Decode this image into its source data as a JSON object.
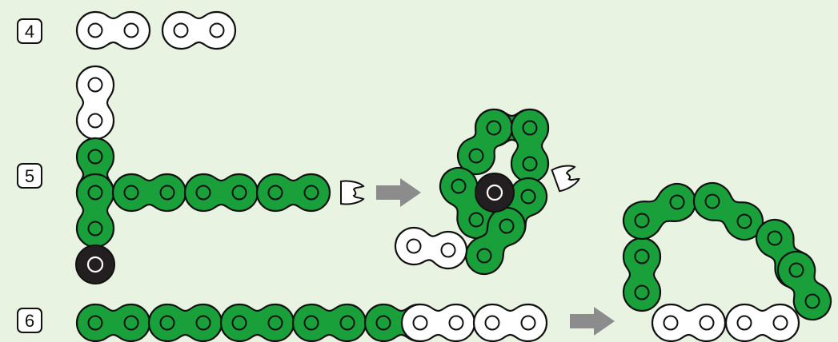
{
  "colors": {
    "background": "#e9f3e1",
    "link_green": "#19a03a",
    "link_white": "#ffffff",
    "link_black": "#231f20",
    "outline": "#111111",
    "arrow": "#8c8c8c"
  },
  "steps": [
    {
      "label": "4"
    },
    {
      "label": "5"
    },
    {
      "label": "6"
    }
  ]
}
